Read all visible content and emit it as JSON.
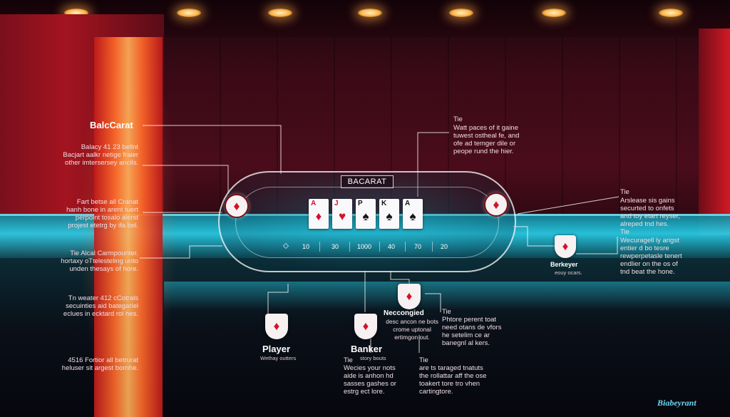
{
  "table_title": "BACARAT",
  "cards": [
    {
      "rank": "A",
      "suit": "♦",
      "color": "red"
    },
    {
      "rank": "J",
      "suit": "♥",
      "color": "red"
    },
    {
      "rank": "P",
      "suit": "♠",
      "color": "black"
    },
    {
      "rank": "K",
      "suit": "♠",
      "color": "black"
    },
    {
      "rank": "A",
      "suit": "♠",
      "color": "black"
    }
  ],
  "bets": [
    "10",
    "30",
    "1000",
    "40",
    "70",
    "20"
  ],
  "chip_suit": "♦",
  "left_annotations": {
    "title": "BalcCarat",
    "note1": "Balacy 41 23 bellnt\nBacjart aalkr netige fraier\nother imtersersey ancils.",
    "note2": "Fart betse all Cranat\nhanh bone in arent tuert\nperpoint tosalo alerst\nprojest etetrg by ifa bel.",
    "note3": "Tie Alcal Carmpounter.\nhortaxy oTtelesteling unto\nunden thesays of hore.",
    "note4": "Tn weater 412 cCotrals\nsecuinties aid bategariel\neclues in ecktard rol hes.",
    "note5": "4516 Fortior all betrurat\nheluser sit argest bornhe."
  },
  "right_annotations": {
    "tie_top_label": "Tie",
    "tie_top_text": "Watt paces of it gaine\ntuwest ostheal fe, and\nofe ad temger dile or\npeope rund the hier.",
    "tie_right1_label": "Tie",
    "tie_right1_text": "Arslease sis gains\nsecurted to onfets\nand toy etart reyser,\nalreped tnd hes.",
    "tie_right2_label": "Tie",
    "tie_right2_text": "Wecuragell ly arigst\nentier d bo tesre\nrewperpetasle tenert\nendlier on the os of\ntnd beat the hone."
  },
  "player": {
    "label": "Player",
    "sub": "Wethay outters"
  },
  "banker": {
    "label": "Banker",
    "sub": "story bouts"
  },
  "berkeyer": {
    "label": "Berkeyer",
    "sub": "eouy ocars."
  },
  "middle": {
    "title": "Neccongied",
    "text": "desc ancon ne bots\ncrome uptonal\nertimgon out."
  },
  "tie_mid": {
    "label": "Tie",
    "text": "Phtore perent toat\nneed otans de vfors\nhe setelim ce ar\nbanegnl al kers."
  },
  "bottom_left": {
    "label": "Tie",
    "text": "Wecies your nots\naide is anhon hd\nsasses gashes or\nestrg ect lore."
  },
  "bottom_right": {
    "label": "Tie",
    "text": "are ts taraged tnatuts\nthe rollattar aff the ose\ntoakert tore tro vhen\ncartingtore."
  },
  "brand": "Biabeyrant"
}
